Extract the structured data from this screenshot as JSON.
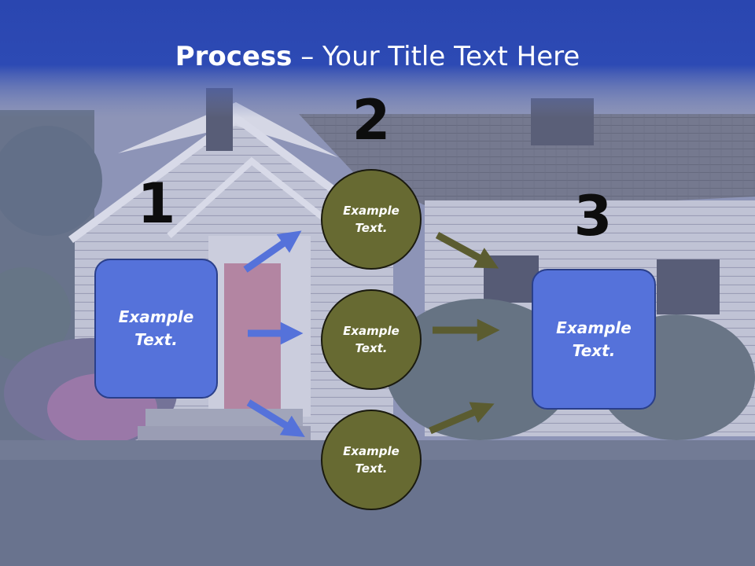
{
  "title": {
    "bold": "Process",
    "rest": " – Your Title Text Here"
  },
  "steps": [
    {
      "number": "1",
      "label": "Example\nText."
    },
    {
      "number": "2",
      "items": [
        "Example\nText.",
        "Example\nText.",
        "Example\nText."
      ]
    },
    {
      "number": "3",
      "label": "Example\nText."
    }
  ],
  "colors": {
    "header": "#2a46b0",
    "box_fill": "#5572da",
    "circle_fill": "#676a32",
    "left_arrows": "#5572da",
    "right_arrows": "#5b5c30"
  }
}
